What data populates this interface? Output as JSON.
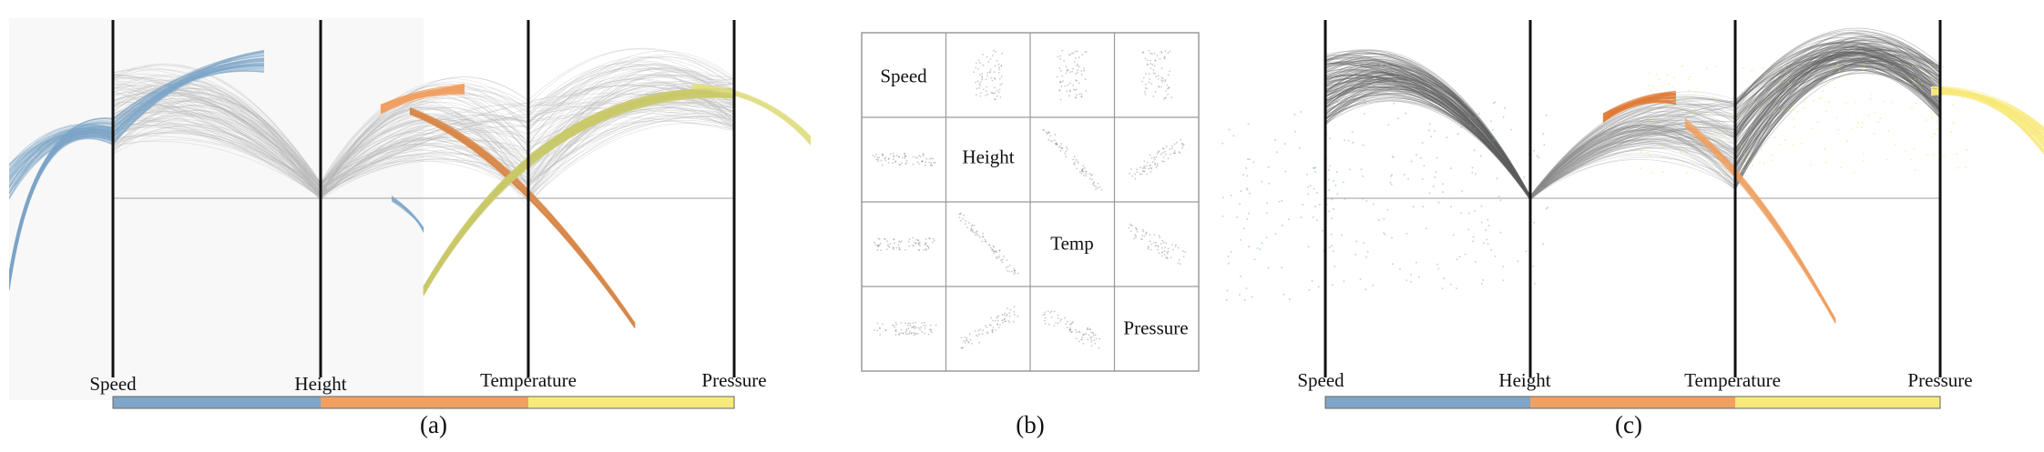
{
  "panels": {
    "a": {
      "caption": "(a)",
      "axes": [
        "Speed",
        "Height",
        "Temperature",
        "Pressure"
      ]
    },
    "b": {
      "caption": "(b)",
      "diagonal": [
        "Speed",
        "Height",
        "Temp",
        "Pressure"
      ]
    },
    "c": {
      "caption": "(c)",
      "axes": [
        "Speed",
        "Height",
        "Temperature",
        "Pressure"
      ]
    }
  },
  "colors": {
    "speed": "#7ea6c8",
    "height": "#f0a162",
    "temperature": "#f7ea7a",
    "temperature_curve_a": "#c9c96b",
    "lines_light": "#b8b8b8",
    "lines_dark": "#5f5f5f",
    "axis": "#111111"
  }
}
